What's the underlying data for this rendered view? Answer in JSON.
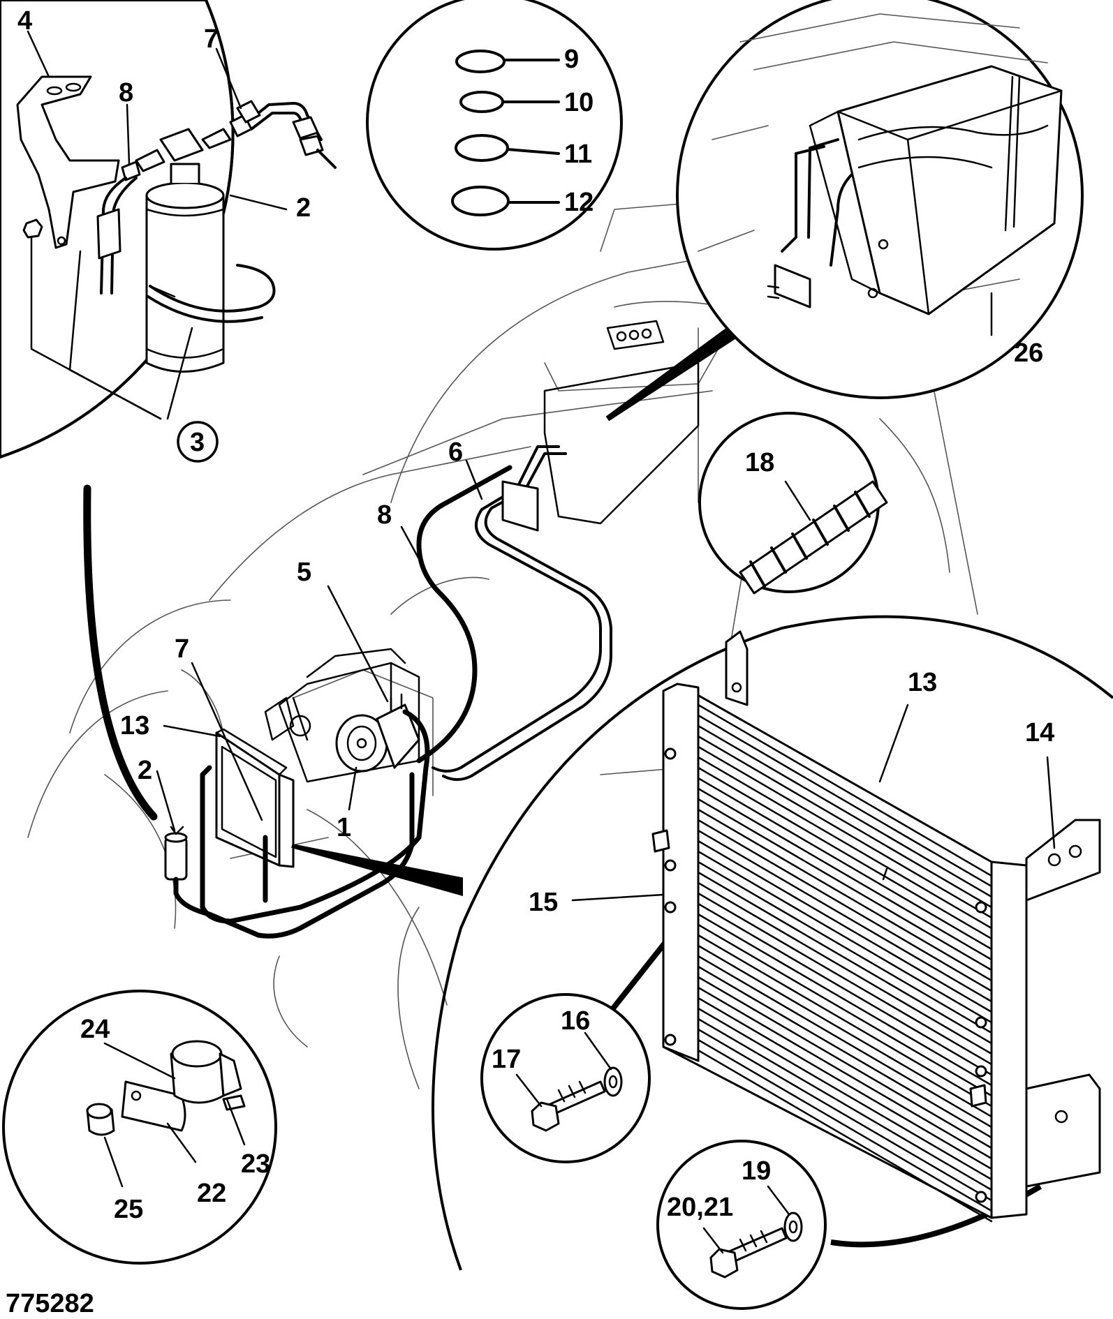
{
  "figure_number": "775282",
  "callouts": {
    "c1": "1",
    "c2a": "2",
    "c2b": "2",
    "c3": "3",
    "c4": "4",
    "c5": "5",
    "c6": "6",
    "c7a": "7",
    "c7b": "7",
    "c8a": "8",
    "c8b": "8",
    "c9": "9",
    "c10": "10",
    "c11": "11",
    "c12": "12",
    "c13a": "13",
    "c13b": "13",
    "c14": "14",
    "c15": "15",
    "c16": "16",
    "c17": "17",
    "c18": "18",
    "c19": "19",
    "c20_21": "20,21",
    "c22": "22",
    "c23": "23",
    "c24": "24",
    "c25": "25",
    "c26": "26"
  }
}
